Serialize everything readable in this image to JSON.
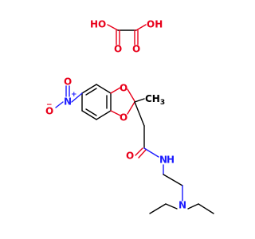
{
  "molecule": {
    "colors": {
      "bond": "#000000",
      "oxygen": "#e8001a",
      "nitrogen": "#1a1aff",
      "background": "#ffffff"
    },
    "oxalic_acid": {
      "ho_left": "HO",
      "oh_right": "OH",
      "o_left": "O",
      "o_right": "O"
    },
    "main": {
      "nitro_o_minus": "O",
      "nitro_minus_sign": "−",
      "nitro_n": "N",
      "nitro_plus_sign": "+",
      "nitro_o": "O",
      "ring_o_top": "O",
      "ring_o_bottom": "O",
      "methyl": "CH",
      "methyl_sub": "3",
      "amide_o": "O",
      "amide_n": "N",
      "amide_h": "H",
      "amine_n": "N"
    }
  }
}
